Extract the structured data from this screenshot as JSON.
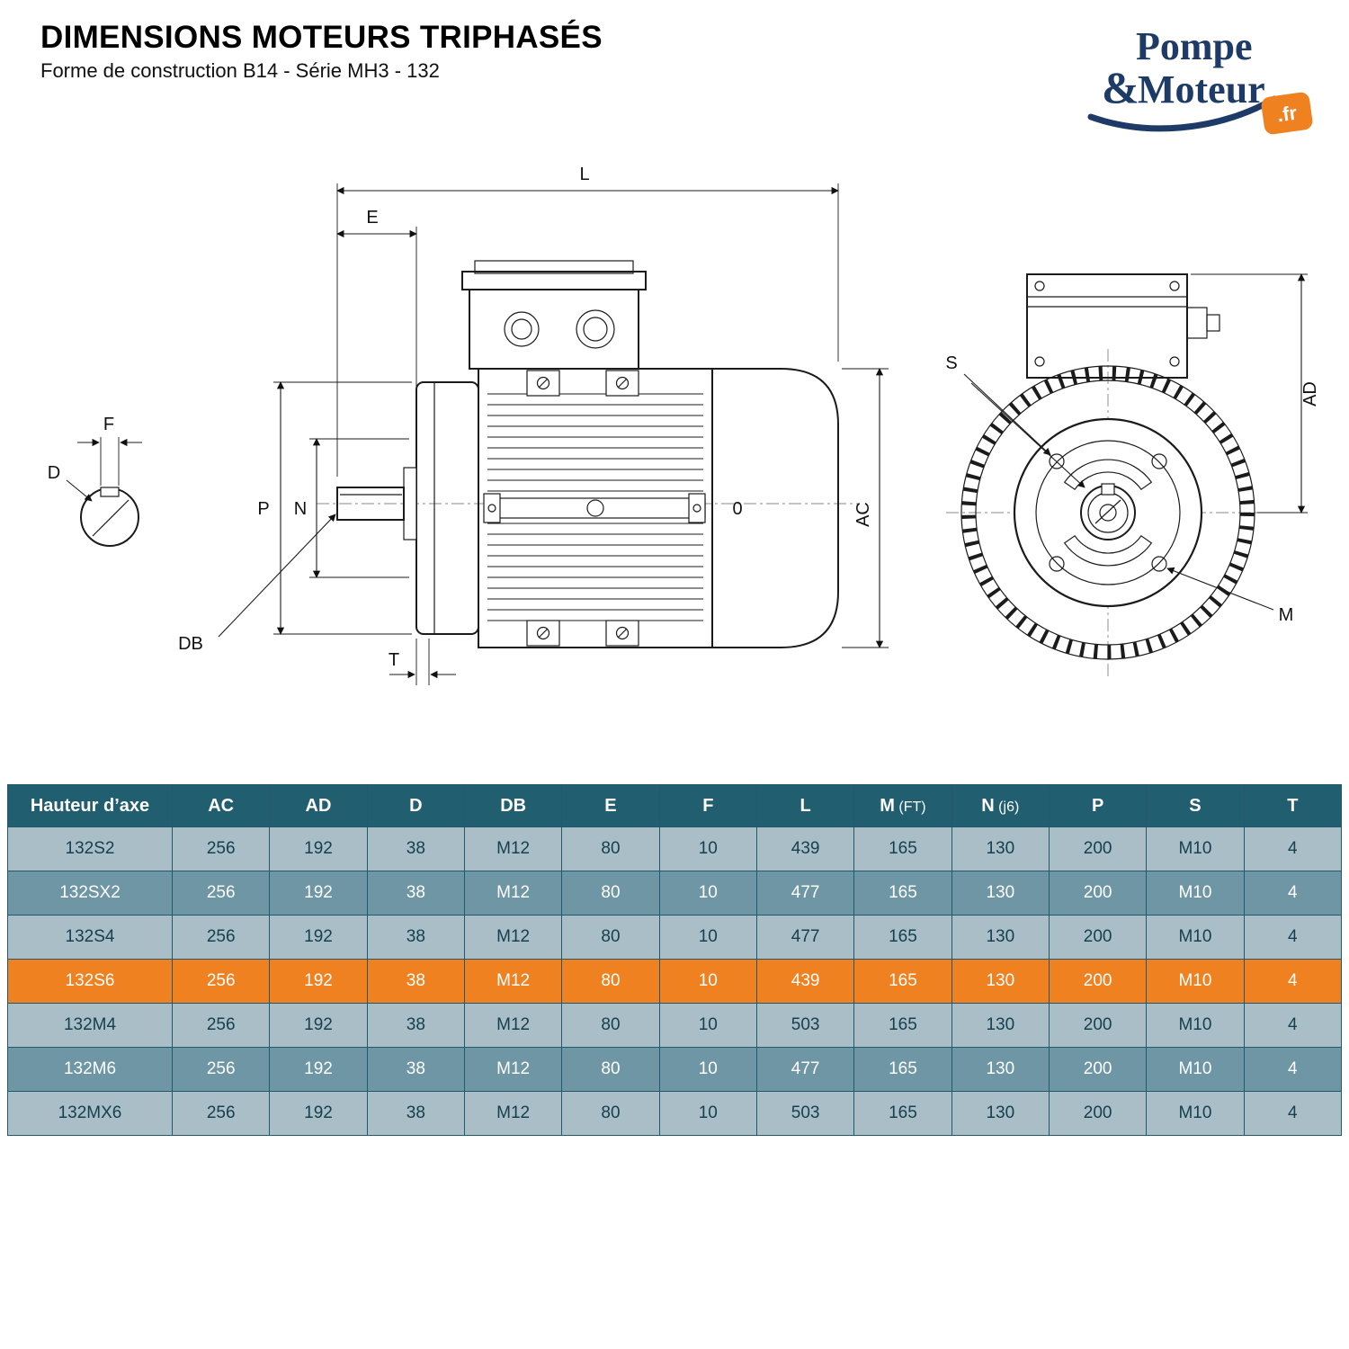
{
  "page": {
    "title": "DIMENSIONS MOTEURS TRIPHASÉS",
    "subtitle": "Forme de construction B14 - Série MH3 - 132"
  },
  "logo": {
    "word_top": "Pompe",
    "ampersand": "&",
    "word_bottom": "Moteur",
    "tld": ".fr"
  },
  "diagram": {
    "labels": {
      "L": "L",
      "E": "E",
      "F": "F",
      "D": "D",
      "P": "P",
      "N": "N",
      "DB": "DB",
      "T": "T",
      "AC": "AC",
      "center_mark": "0",
      "S": "S",
      "AD": "AD",
      "M": "M"
    }
  },
  "table": {
    "columns": [
      "Hauteur d’axe",
      "AC",
      "AD",
      "D",
      "DB",
      "E",
      "F",
      "L",
      "M (FT)",
      "N (j6)",
      "P",
      "S",
      "T"
    ],
    "rows": [
      {
        "name": "132S2",
        "values": [
          "256",
          "192",
          "38",
          "M12",
          "80",
          "10",
          "439",
          "165",
          "130",
          "200",
          "M10",
          "4"
        ],
        "highlight": false
      },
      {
        "name": "132SX2",
        "values": [
          "256",
          "192",
          "38",
          "M12",
          "80",
          "10",
          "477",
          "165",
          "130",
          "200",
          "M10",
          "4"
        ],
        "highlight": false
      },
      {
        "name": "132S4",
        "values": [
          "256",
          "192",
          "38",
          "M12",
          "80",
          "10",
          "477",
          "165",
          "130",
          "200",
          "M10",
          "4"
        ],
        "highlight": false
      },
      {
        "name": "132S6",
        "values": [
          "256",
          "192",
          "38",
          "M12",
          "80",
          "10",
          "439",
          "165",
          "130",
          "200",
          "M10",
          "4"
        ],
        "highlight": true
      },
      {
        "name": "132M4",
        "values": [
          "256",
          "192",
          "38",
          "M12",
          "80",
          "10",
          "503",
          "165",
          "130",
          "200",
          "M10",
          "4"
        ],
        "highlight": false
      },
      {
        "name": "132M6",
        "values": [
          "256",
          "192",
          "38",
          "M12",
          "80",
          "10",
          "477",
          "165",
          "130",
          "200",
          "M10",
          "4"
        ],
        "highlight": false
      },
      {
        "name": "132MX6",
        "values": [
          "256",
          "192",
          "38",
          "M12",
          "80",
          "10",
          "503",
          "165",
          "130",
          "200",
          "M10",
          "4"
        ],
        "highlight": false
      }
    ]
  },
  "colors": {
    "header_bg": "#215E70",
    "row_light": "#A9BEC7",
    "row_dark": "#6E96A4",
    "highlight": "#F08121",
    "logo_blue": "#1D3B66",
    "accent_orange": "#F08121",
    "table_border": "#235A6B"
  }
}
